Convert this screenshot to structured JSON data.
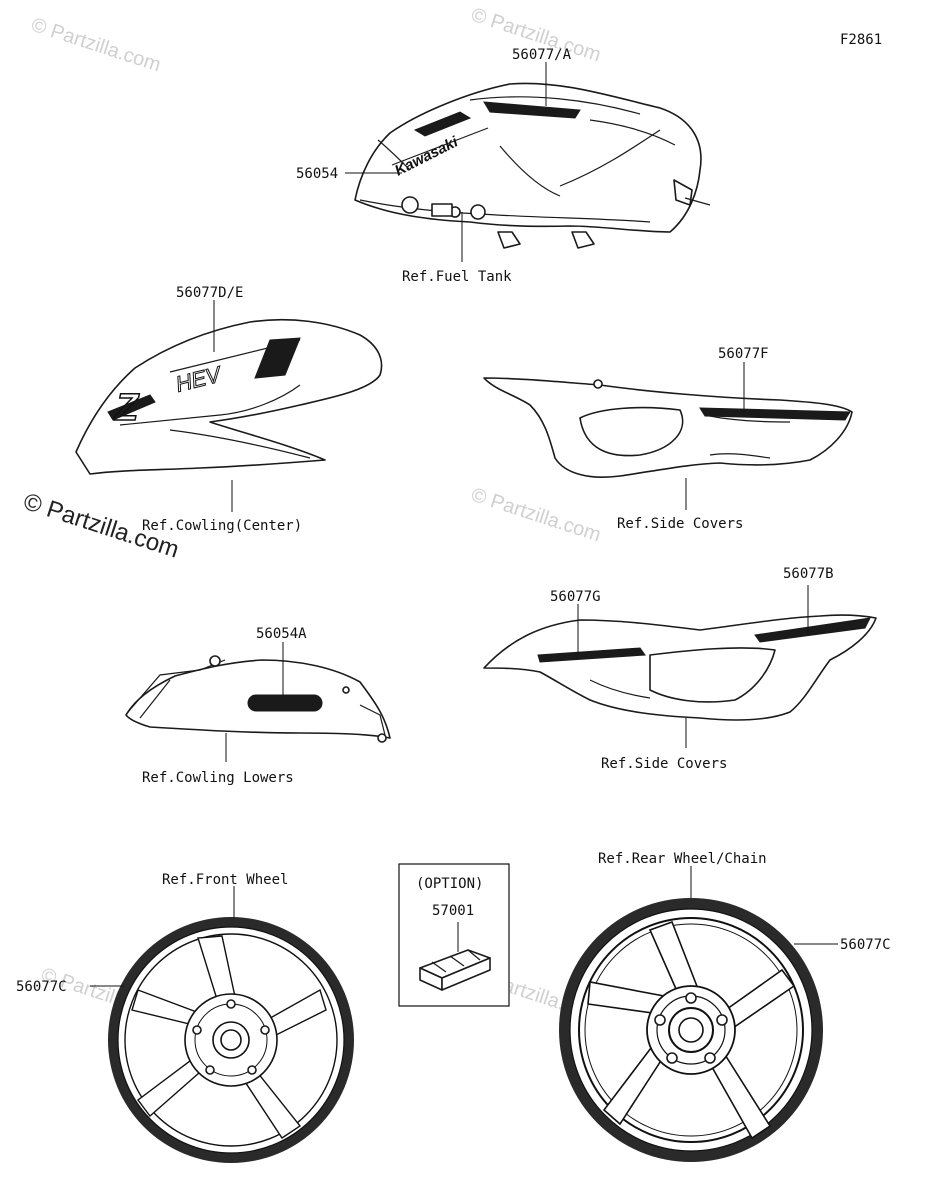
{
  "figure_id": "F2861",
  "watermark": "© Partzilla.com",
  "callouts": {
    "tank_stripe": "56077/A",
    "tank_logo": "56054",
    "fuel_tank": "Ref.Fuel Tank",
    "cowl_decal": "56077D/E",
    "cowling_center": "Ref.Cowling(Center)",
    "side_decal_f": "56077F",
    "side_covers_1": "Ref.Side Covers",
    "lower_badge": "56054A",
    "cowling_lowers": "Ref.Cowling Lowers",
    "side_decal_g": "56077G",
    "side_decal_b": "56077B",
    "side_covers_2": "Ref.Side Covers",
    "front_wheel": "Ref.Front Wheel",
    "front_wheel_stripe": "56077C",
    "option_label": "(OPTION)",
    "option_part": "57001",
    "rear_wheel": "Ref.Rear Wheel/Chain",
    "rear_wheel_stripe": "56077C"
  },
  "decal_text": {
    "tank_brand": "Kawasaki",
    "cowl_badge": "HEV"
  }
}
